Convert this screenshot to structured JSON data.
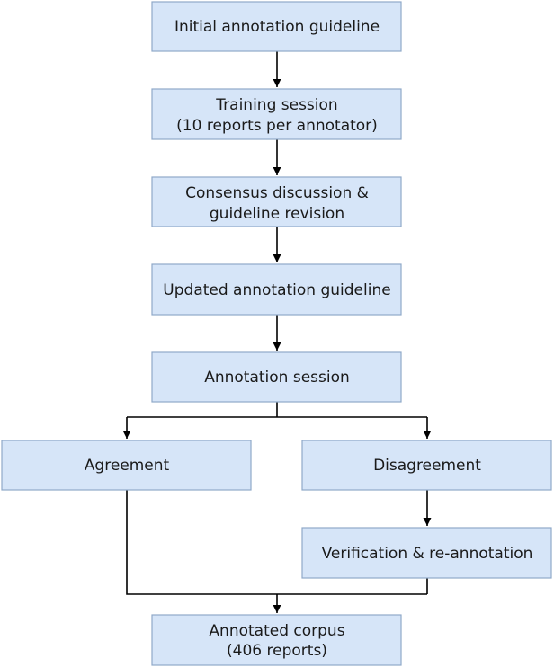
{
  "nodes": {
    "initial_guideline": {
      "lines": [
        "Initial annotation guideline"
      ]
    },
    "training_session": {
      "lines": [
        "Training session",
        "(10 reports per annotator)"
      ]
    },
    "consensus_discussion": {
      "lines": [
        "Consensus discussion &",
        "guideline revision"
      ]
    },
    "updated_guideline": {
      "lines": [
        "Updated annotation guideline"
      ]
    },
    "annotation_session": {
      "lines": [
        "Annotation session"
      ]
    },
    "agreement": {
      "lines": [
        "Agreement"
      ]
    },
    "disagreement": {
      "lines": [
        "Disagreement"
      ]
    },
    "verification": {
      "lines": [
        "Verification & re-annotation"
      ]
    },
    "annotated_corpus": {
      "lines": [
        "Annotated corpus",
        "(406 reports)"
      ]
    }
  },
  "colors": {
    "node_fill": "#d6e5f8",
    "node_border": "#8fa9c9",
    "edge": "#000000",
    "text": "#1a1a1a"
  }
}
